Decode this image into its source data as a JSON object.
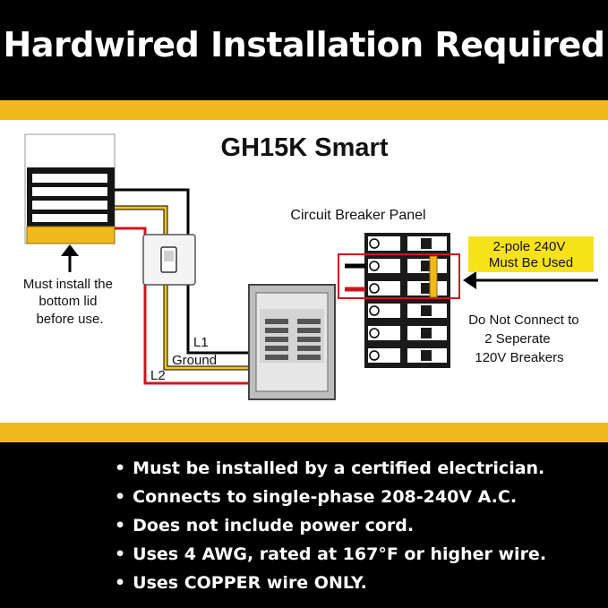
{
  "header": {
    "title": "Hardwired Installation Required"
  },
  "colors": {
    "accent": "#f2b91c",
    "wire_red": "#d0141c",
    "wire_yellow": "#f2c41c",
    "wire_black": "#000000",
    "breaker_bg": "#1a1a1a"
  },
  "diagram": {
    "product_title": "GH15K Smart",
    "heater_note": [
      "Must install the",
      "bottom lid",
      "before use."
    ],
    "panel_label": "Circuit Breaker Panel",
    "callout": [
      "2-pole  240V",
      "Must Be Used"
    ],
    "warning": [
      "Do Not Connect to",
      "2 Seperate",
      "120V Breakers"
    ],
    "wire_labels": {
      "l1": "L1",
      "ground": "Ground",
      "l2": "L2"
    }
  },
  "requirements": [
    "Must be installed by a certified electrician.",
    "Connects to single-phase 208-240V A.C.",
    "Does not include power cord.",
    "Uses 4 AWG, rated at 167°F or higher wire.",
    "Uses COPPER wire ONLY."
  ]
}
